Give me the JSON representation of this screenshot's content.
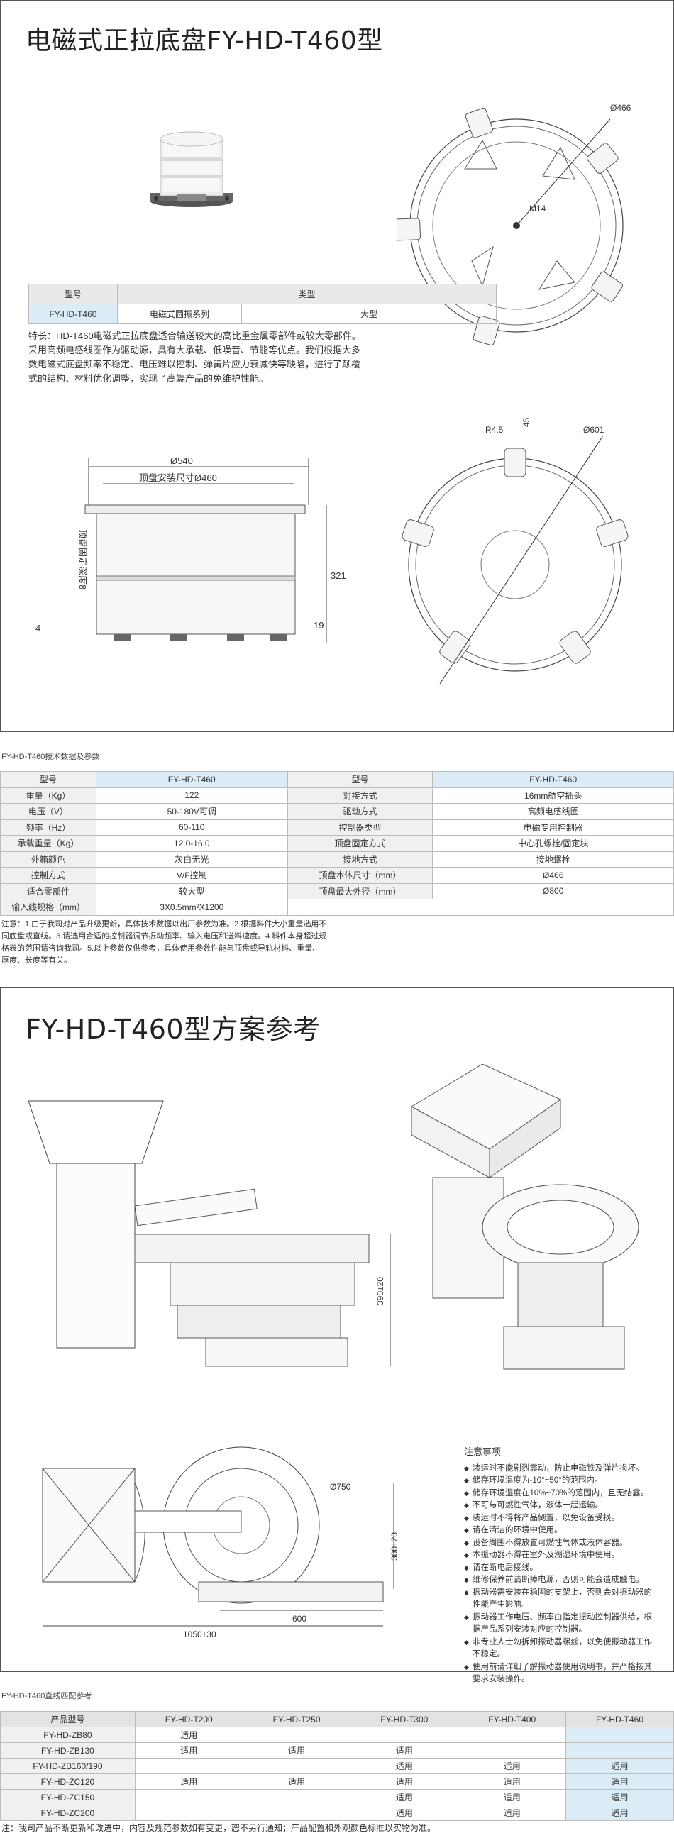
{
  "section1": {
    "title": "电磁式正拉底盘FY-HD-T460型",
    "type_table": {
      "headers": [
        "型号",
        "类型"
      ],
      "row": [
        "FY-HD-T460",
        "电磁式圆振系列",
        "大型"
      ]
    },
    "feature_text": "特长：HD-T460电磁式正拉底盘适合输送较大的高比重金属零部件或较大零部件。采用高频电感线圈作为驱动源，具有大承载、低噪音、节能等优点。我们根据大多数电磁式底盘频率不稳定、电压难以控制、弹簧片应力衰减快等缺陷，进行了颠覆式的结构、材料优化调整，实现了高端产品的免维护性能。",
    "dims": {
      "d466": "Ø466",
      "m14": "M14",
      "r45": "R4.5",
      "n45": "45",
      "d601": "Ø601",
      "d540": "Ø540",
      "top_mount": "顶盘安装尺寸Ø460",
      "fix_hole": "顶盘固定深度8",
      "h321": "321",
      "h19": "19",
      "h4": "4"
    }
  },
  "spec": {
    "caption": "FY-HD-T460技术数据及参数",
    "rows": [
      [
        "型号",
        "FY-HD-T460",
        "型号",
        "FY-HD-T460"
      ],
      [
        "重量（Kg）",
        "122",
        "对接方式",
        "16mm航空插头"
      ],
      [
        "电压（V）",
        "50-180V可调",
        "驱动方式",
        "高频电感线圈"
      ],
      [
        "频率（Hz）",
        "60-110",
        "控制器类型",
        "电磁专用控制器"
      ],
      [
        "承载重量（Kg）",
        "12.0-16.0",
        "顶盘固定方式",
        "中心孔螺栓/固定块"
      ],
      [
        "外箱颜色",
        "灰白无光",
        "接地方式",
        "接地螺栓"
      ],
      [
        "控制方式",
        "V/F控制",
        "顶盘本体尺寸（mm）",
        "Ø466"
      ],
      [
        "适合零部件",
        "较大型",
        "顶盘最大外径（mm）",
        "Ø800"
      ],
      [
        "输入线规格（mm）",
        "3X0.5mm²X1200",
        "",
        ""
      ]
    ],
    "note": "注意：1.由于我司对产品升级更新，具体技术数据以出厂参数为准。2.根据料件大小重量选用不同底盘或直线。3.请选用合适的控制器调节振动频率、输入电压和送料速度。4.料件本身超过规格表的范围请咨询我司。5.以上参数仅供参考，具体使用参数性能与顶盘或导轨材料、重量、厚度、长度等有关。"
  },
  "section2": {
    "title": "FY-HD-T460型方案参考",
    "dims": {
      "h390": "390±20",
      "d750": "Ø750",
      "h300": "300±20",
      "w600": "600",
      "w1050": "1050±30"
    },
    "notes_title": "注意事项",
    "notes": [
      "装运时不能剧烈震动，防止电磁铁及弹片损坏。",
      "储存环境温度为-10°~50°的范围内。",
      "储存环境湿度在10%~70%的范围内，且无结露。",
      "不可与可燃性气体，液体一起运输。",
      "装运时不得将产品倒置，以免设备受损。",
      "请在清洁的环境中使用。",
      "设备周围不得放置可燃性气体或液体容器。",
      "本振动器不得在室外及潮湿环境中使用。",
      "请在断电后接线。",
      "维修保养前请断掉电源，否则可能会造成触电。",
      "振动器需安装在稳固的支架上，否则会对振动器的性能产生影响。",
      "振动器工作电压、频率由指定振动控制器供给，根据产品系列安装对应的控制器。",
      "非专业人士勿拆卸振动器螺丝，以免使振动器工作不稳定。",
      "使用前请详细了解振动器使用说明书，并严格按其要求安装操作。"
    ]
  },
  "match": {
    "caption": "FY-HD-T460直线匹配参考",
    "headers": [
      "产品型号",
      "FY-HD-T200",
      "FY-HD-T250",
      "FY-HD-T300",
      "FY-HD-T400",
      "FY-HD-T460"
    ],
    "rows": [
      [
        "FY-HD-ZB80",
        "适用",
        "",
        "",
        "",
        ""
      ],
      [
        "FY-HD-ZB130",
        "适用",
        "适用",
        "适用",
        "",
        ""
      ],
      [
        "FY-HD-ZB160/190",
        "",
        "",
        "适用",
        "适用",
        "适用"
      ],
      [
        "FY-HD-ZC120",
        "适用",
        "适用",
        "适用",
        "适用",
        "适用"
      ],
      [
        "FY-HD-ZC150",
        "",
        "",
        "适用",
        "适用",
        "适用"
      ],
      [
        "FY-HD-ZC200",
        "",
        "",
        "适用",
        "适用",
        "适用"
      ]
    ],
    "footer": "注：我司产品不断更新和改进中，内容及规范参数如有变更，恕不另行通知；产品配置和外观颜色标准以实物为准。"
  }
}
